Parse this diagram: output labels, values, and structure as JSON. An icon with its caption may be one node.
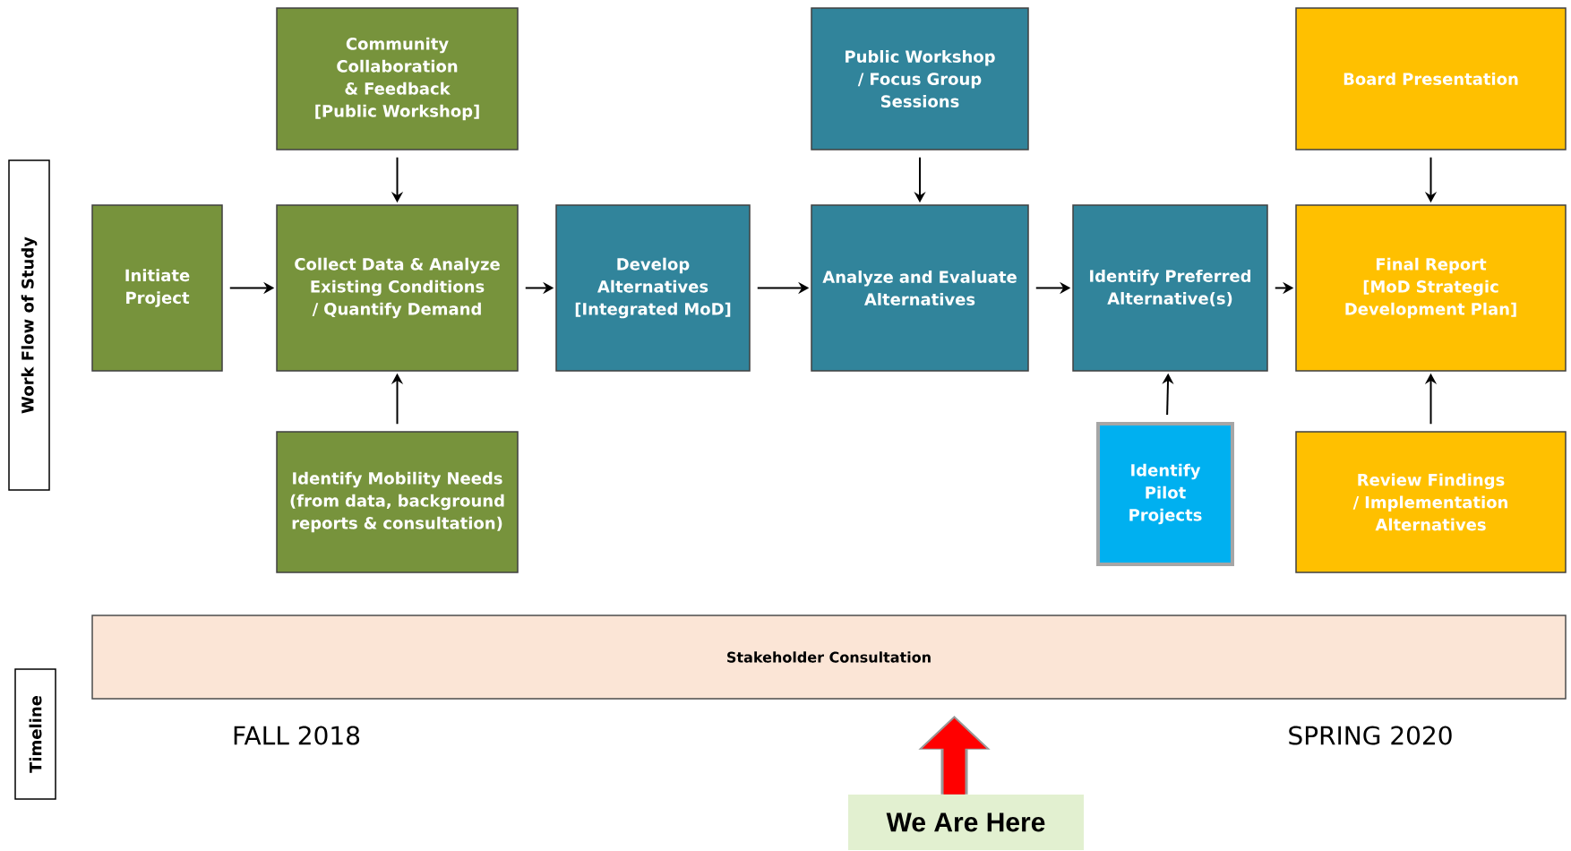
{
  "diagram": {
    "nodes": [
      {
        "text": [
          "Initiate Project"
        ]
      },
      {
        "text": [
          "Community Collaboration & Feedback [Public Workshop]"
        ]
      },
      {
        "text": [
          "Collect Data & Analyze Existing Conditions / Quantify Demand"
        ]
      },
      {
        "text": [
          "Identify Mobility Needs (from data, background reports & consultation)"
        ]
      },
      {
        "text": [
          "Develop Alternatives [Integrated MoD]"
        ]
      },
      {
        "text": [
          "Public Workshop / Focus Group Sessions"
        ]
      },
      {
        "text": [
          "Analyze and Evaluate Alternatives"
        ]
      },
      {
        "text": [
          "Identify Preferred Alternative(s)"
        ]
      },
      {
        "text": [
          "Identify Pilot Projects"
        ]
      },
      {
        "text": [
          "Board Presentation"
        ]
      },
      {
        "text": [
          "Final Report [MoD Strategic Development Plan]"
        ]
      },
      {
        "text": [
          "Review Findings / Implementation Alternatives"
        ]
      },
      {
        "text": [
          "Stakeholder Consultation"
        ]
      },
      {
        "text": [
          "Work Flow of Study"
        ]
      },
      {
        "text": [
          "Timeline"
        ]
      },
      {
        "text": [
          "We Are Here"
        ]
      }
    ],
    "edges": [
      {
        "from": 0,
        "to": 2,
        "arrow": "to"
      },
      {
        "from": 1,
        "to": 2,
        "arrow": "to"
      },
      {
        "from": 3,
        "to": 2,
        "arrow": "to"
      },
      {
        "from": 2,
        "to": 4,
        "arrow": "to"
      },
      {
        "from": 4,
        "to": 6,
        "arrow": "to"
      },
      {
        "from": 5,
        "to": 6,
        "arrow": "to"
      },
      {
        "from": 6,
        "to": 7,
        "arrow": "to"
      },
      {
        "from": 8,
        "to": 7,
        "arrow": "to"
      },
      {
        "from": 7,
        "to": 10,
        "arrow": "to"
      },
      {
        "from": 9,
        "to": 10,
        "arrow": "to"
      },
      {
        "from": 11,
        "to": 10,
        "arrow": "to"
      },
      {
        "from": 15,
        "to": null,
        "arrow": "to",
        "style": "thick",
        "color": "#ff0000"
      }
    ],
    "labels": [
      "FALL 2018",
      "SPRING 2020"
    ]
  }
}
